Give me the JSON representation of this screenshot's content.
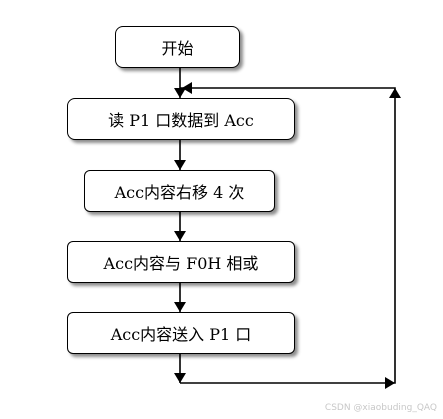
{
  "flowchart": {
    "start": "开始",
    "steps": [
      "读 P1 口数据到 Acc",
      "Acc内容右移 4 次",
      "Acc内容与 F0H 相或",
      "Acc内容送入 P1 口"
    ]
  },
  "watermark": "CSDN @xiaobuding_QAQ"
}
